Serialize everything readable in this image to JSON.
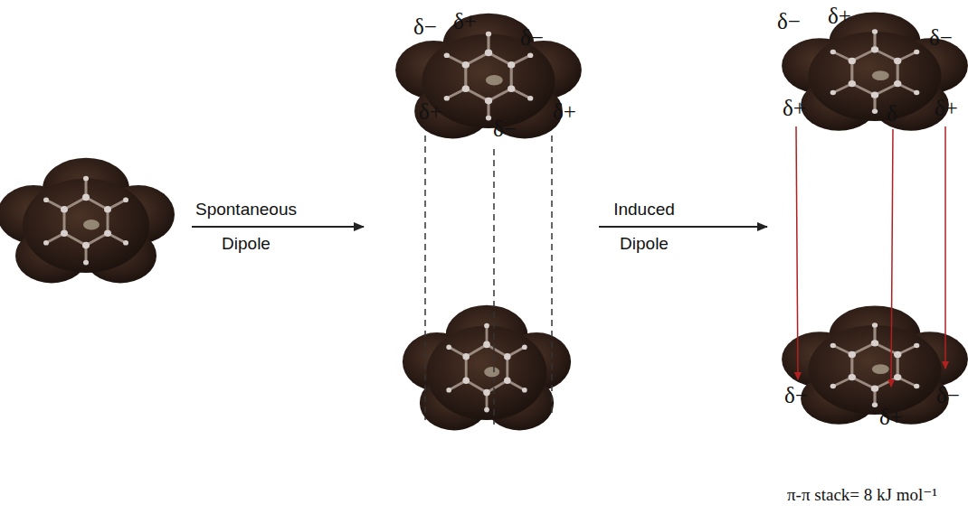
{
  "diagram": {
    "labels": [
      "Spontaneous Dipole",
      "Induced Dipole",
      "δ−",
      "δ+",
      "δ−",
      "δ+",
      "δ−",
      "δ+",
      "δ−",
      "δ+",
      "δ−",
      "δ+",
      "δ",
      "δ+",
      "δ−",
      "δ+",
      "δ−",
      "π-π stack= 8 kJ mol⁻¹"
    ]
  }
}
